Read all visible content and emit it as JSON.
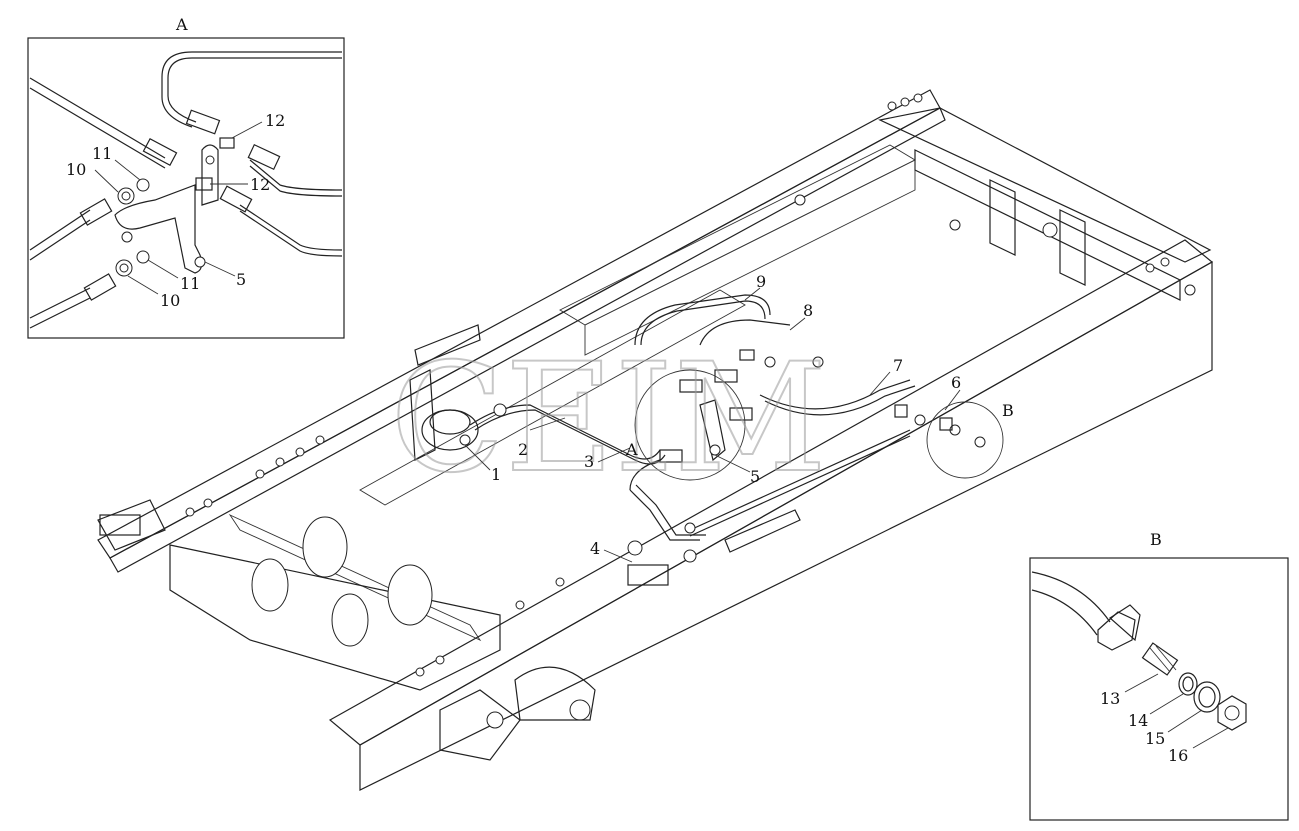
{
  "watermark": "CEIM",
  "views": {
    "A": {
      "title": "A"
    },
    "B": {
      "title": "B"
    }
  },
  "main_callouts": {
    "c1": "1",
    "c2": "2",
    "c3": "3",
    "c4": "4",
    "c5": "5",
    "c6": "6",
    "c7": "7",
    "c8": "8",
    "c9": "9",
    "ref_A": "A",
    "ref_B": "B"
  },
  "detail_A_callouts": {
    "c5": "5",
    "c10a": "10",
    "c10b": "10",
    "c11a": "11",
    "c11b": "11",
    "c12a": "12",
    "c12b": "12"
  },
  "detail_B_callouts": {
    "c13": "13",
    "c14": "14",
    "c15": "15",
    "c16": "16"
  }
}
